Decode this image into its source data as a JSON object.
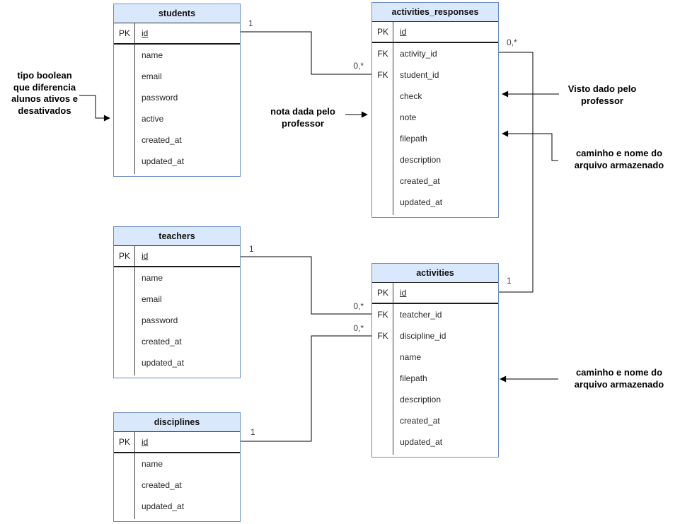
{
  "tables": [
    {
      "id": "students",
      "title": "students",
      "rows": [
        {
          "key": "PK",
          "name": "id",
          "pk": true
        },
        {
          "key": "",
          "name": "name"
        },
        {
          "key": "",
          "name": "email"
        },
        {
          "key": "",
          "name": "password"
        },
        {
          "key": "",
          "name": "active"
        },
        {
          "key": "",
          "name": "created_at"
        },
        {
          "key": "",
          "name": "updated_at"
        }
      ]
    },
    {
      "id": "activities_responses",
      "title": "activities_responses",
      "rows": [
        {
          "key": "PK",
          "name": "id",
          "pk": true
        },
        {
          "key": "FK",
          "name": "activity_id"
        },
        {
          "key": "FK",
          "name": "student_id"
        },
        {
          "key": "",
          "name": "check"
        },
        {
          "key": "",
          "name": "note"
        },
        {
          "key": "",
          "name": "filepath"
        },
        {
          "key": "",
          "name": "description"
        },
        {
          "key": "",
          "name": "created_at"
        },
        {
          "key": "",
          "name": "updated_at"
        }
      ]
    },
    {
      "id": "teachers",
      "title": "teachers",
      "rows": [
        {
          "key": "PK",
          "name": "id",
          "pk": true
        },
        {
          "key": "",
          "name": "name"
        },
        {
          "key": "",
          "name": "email"
        },
        {
          "key": "",
          "name": "password"
        },
        {
          "key": "",
          "name": "created_at"
        },
        {
          "key": "",
          "name": "updated_at"
        }
      ]
    },
    {
      "id": "activities",
      "title": "activities",
      "rows": [
        {
          "key": "PK",
          "name": "id",
          "pk": true
        },
        {
          "key": "FK",
          "name": "teatcher_id"
        },
        {
          "key": "FK",
          "name": "discipline_id"
        },
        {
          "key": "",
          "name": "name"
        },
        {
          "key": "",
          "name": "filepath"
        },
        {
          "key": "",
          "name": "description"
        },
        {
          "key": "",
          "name": "created_at"
        },
        {
          "key": "",
          "name": "updated_at"
        }
      ]
    },
    {
      "id": "disciplines",
      "title": "disciplines",
      "rows": [
        {
          "key": "PK",
          "name": "id",
          "pk": true
        },
        {
          "key": "",
          "name": "name"
        },
        {
          "key": "",
          "name": "created_at"
        },
        {
          "key": "",
          "name": "updated_at"
        }
      ]
    }
  ],
  "relationships": [
    {
      "id": "students-responses",
      "from": "students",
      "to": "activities_responses",
      "from_label": "1",
      "to_label": "0,*"
    },
    {
      "id": "responses-activities",
      "from": "activities_responses",
      "to": "activities",
      "from_label": "0,*",
      "to_label": "1"
    },
    {
      "id": "teachers-activities",
      "from": "teachers",
      "to": "activities",
      "from_label": "1",
      "to_label": "0,*"
    },
    {
      "id": "disciplines-activities",
      "from": "disciplines",
      "to": "activities",
      "from_label": "1",
      "to_label": "0,*"
    }
  ],
  "annotations": [
    {
      "id": "students-active",
      "target": "students.active",
      "lines": [
        "tipo boolean",
        "que diferencia",
        "alunos ativos e",
        "desativados"
      ]
    },
    {
      "id": "responses-note",
      "target": "activities_responses.note",
      "lines": [
        "nota dada pelo",
        "professor"
      ]
    },
    {
      "id": "responses-check",
      "target": "activities_responses.check",
      "lines": [
        "Visto dado pelo",
        "professor"
      ]
    },
    {
      "id": "responses-filepath",
      "target": "activities_responses.filepath",
      "lines": [
        "caminho e nome do",
        "arquivo armazenado"
      ]
    },
    {
      "id": "activities-filepath",
      "target": "activities.filepath",
      "lines": [
        "caminho e nome do",
        "arquivo armazenado"
      ]
    }
  ],
  "colors": {
    "table_header_fill": "#dae8fc",
    "table_border": "#6c8ebf",
    "connector": "#000000",
    "text": "#000000"
  }
}
